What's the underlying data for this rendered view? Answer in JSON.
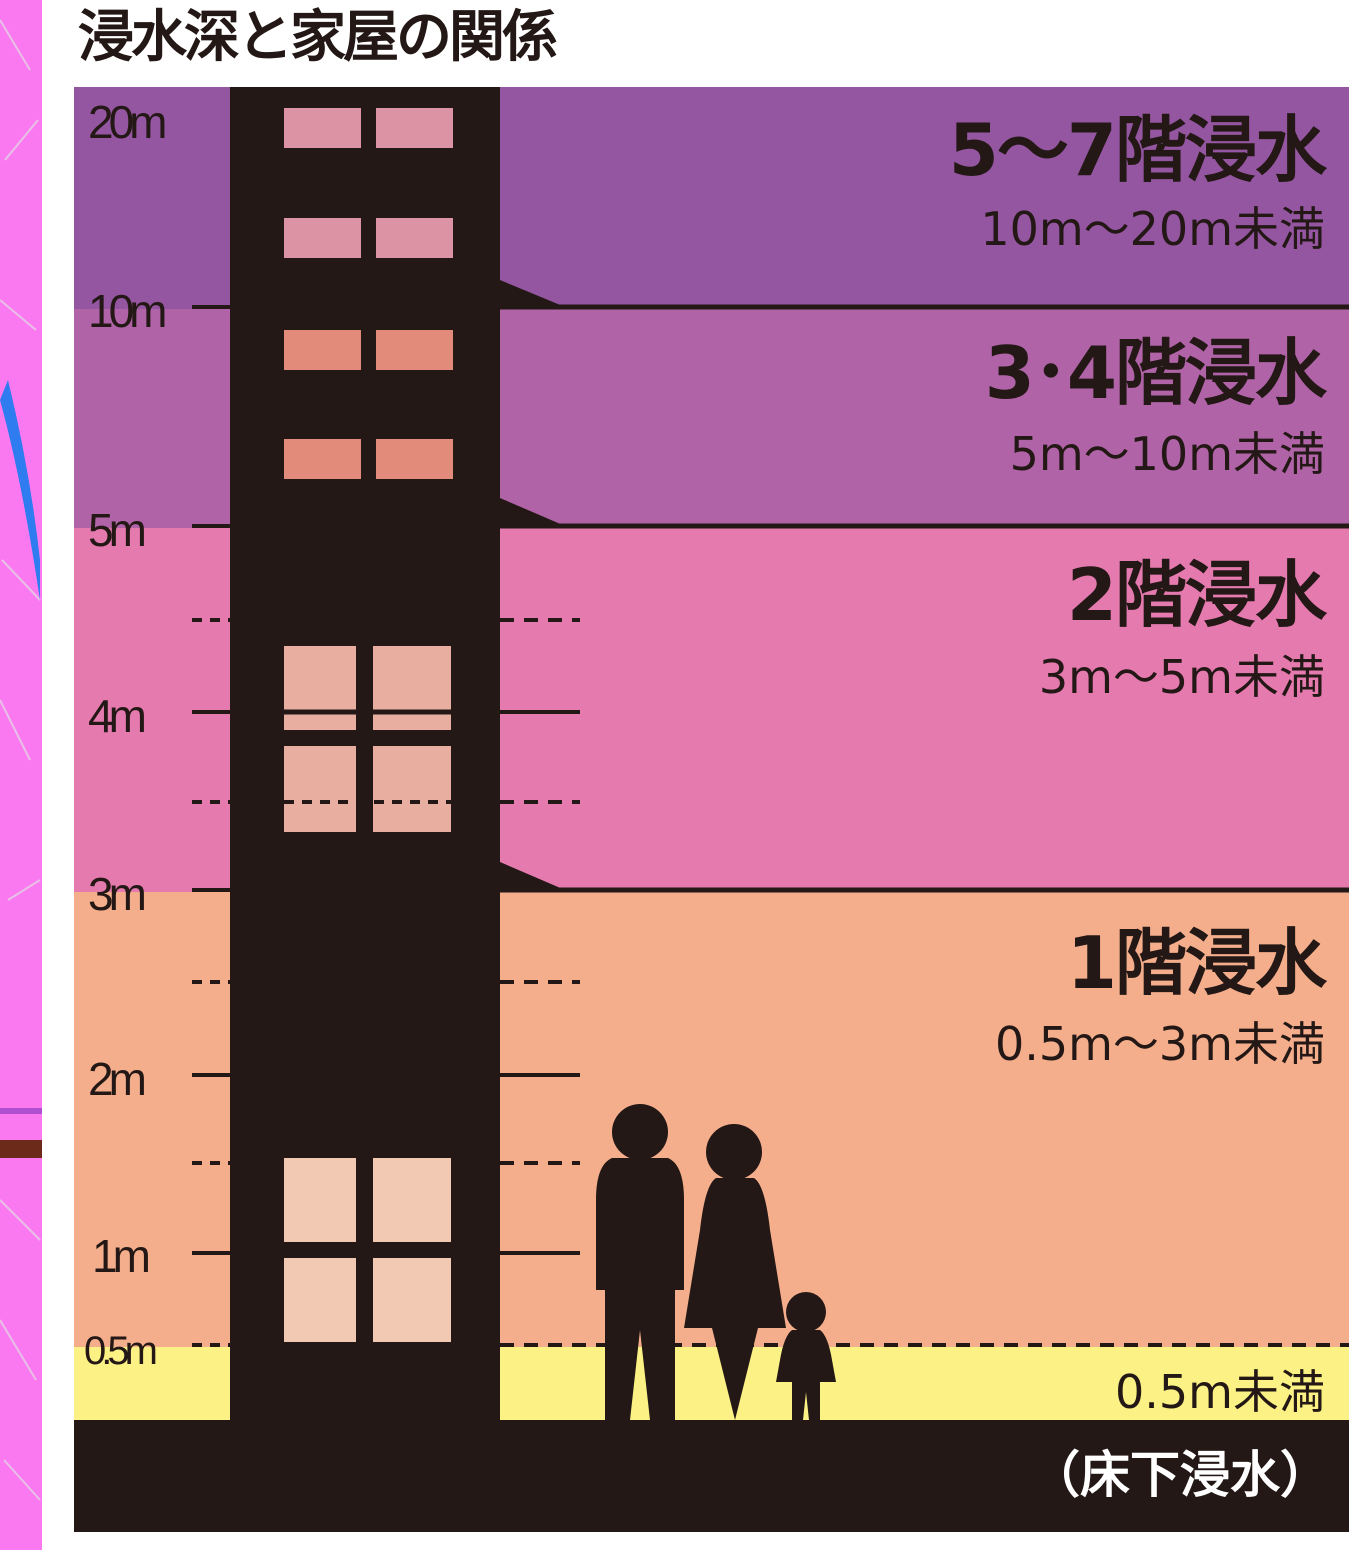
{
  "title": "浸水深と家屋の関係",
  "scale_labels": {
    "m20": "20m",
    "m10": "10m",
    "m5": "5m",
    "m4": "4m",
    "m3": "3m",
    "m2": "2m",
    "m1": "1m",
    "m05": "0.5m"
  },
  "zones": {
    "z5_7": {
      "title": "5〜7階浸水",
      "range": "10m〜20m未満",
      "color": "#9556a1"
    },
    "z3_4": {
      "title": "3･4階浸水",
      "range": "5m〜10m未満",
      "color": "#b064a7"
    },
    "z2": {
      "title": "2階浸水",
      "range": "3m〜5m未満",
      "color": "#e57aaf"
    },
    "z1": {
      "title": "1階浸水",
      "range": "0.5m〜3m未満",
      "color": "#f5ae8c"
    },
    "z0": {
      "range": "0.5m未満",
      "note": "（床下浸水）",
      "color": "#fbf184"
    }
  },
  "colors": {
    "silhouette": "#231815",
    "map_background": "#fb79f0",
    "window_upper": "#dc94a4",
    "window_mid": "#e28b7a",
    "window_2f": "#e8aea0",
    "window_1f": "#f2cab3"
  },
  "icons": [
    "building-silhouette",
    "man-silhouette-icon",
    "woman-silhouette-icon",
    "child-silhouette-icon"
  ]
}
